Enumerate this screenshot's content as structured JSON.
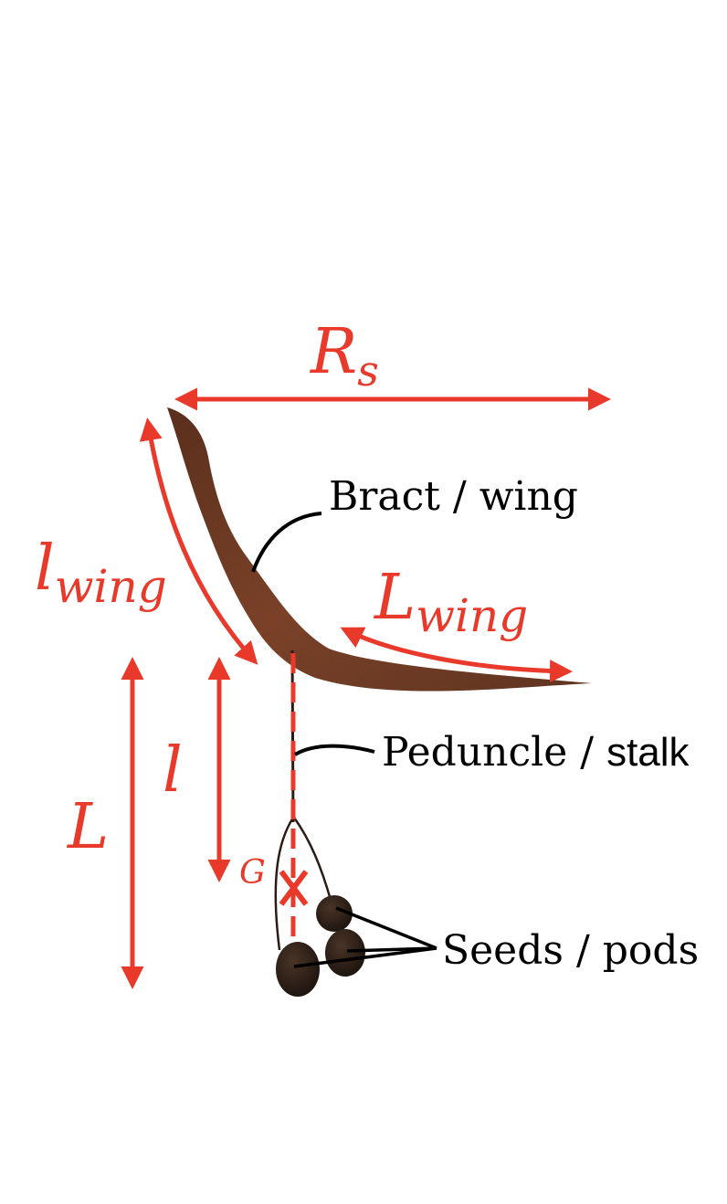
{
  "labels": {
    "bract": "Bract / wing",
    "peduncle": "Peduncle / ",
    "stalk": "stalk",
    "seeds": "Seeds / pods"
  },
  "symbols": {
    "rs_main": "R",
    "rs_sub": "s",
    "lwing_small_main": "l",
    "lwing_small_sub": "wing",
    "lwing_big_main": "L",
    "lwing_big_sub": "wing",
    "l_small": "l",
    "l_big": "L",
    "g": "G"
  },
  "colors": {
    "annotation": "#e8392b",
    "bract": "#6b3a22",
    "seed": "#2a1d16",
    "leader": "#000000"
  }
}
